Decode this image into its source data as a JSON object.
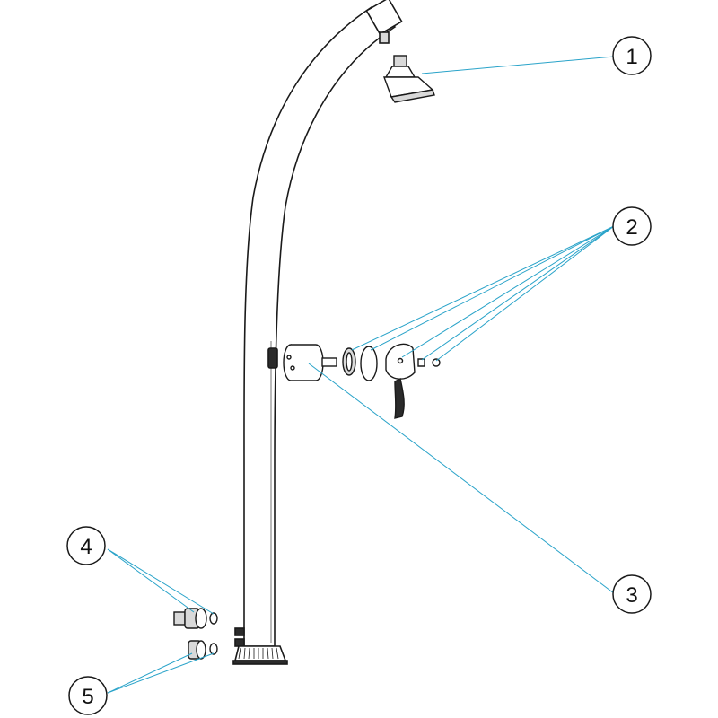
{
  "callouts": [
    {
      "number": "1"
    },
    {
      "number": "2"
    },
    {
      "number": "3"
    },
    {
      "number": "4"
    },
    {
      "number": "5"
    }
  ],
  "colors": {
    "outline": "#1a1a1a",
    "leader": "#29a3c9",
    "fill": "#ffffff",
    "shade": "#d9d9d9"
  }
}
